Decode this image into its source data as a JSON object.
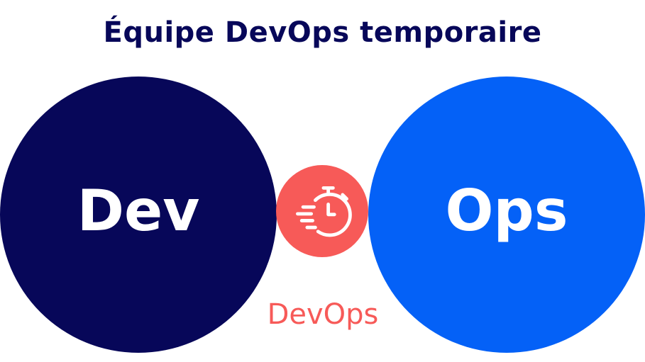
{
  "title": "Équipe DevOps temporaire",
  "circles": {
    "dev": {
      "label": "Dev",
      "color": "#070759"
    },
    "ops": {
      "label": "Ops",
      "color": "#0461f7"
    },
    "center": {
      "icon": "stopwatch-fast-icon",
      "color": "#f75a58",
      "label": "DevOps"
    }
  },
  "colors": {
    "title": "#070759",
    "accent": "#f75a58",
    "background": "#ffffff"
  }
}
